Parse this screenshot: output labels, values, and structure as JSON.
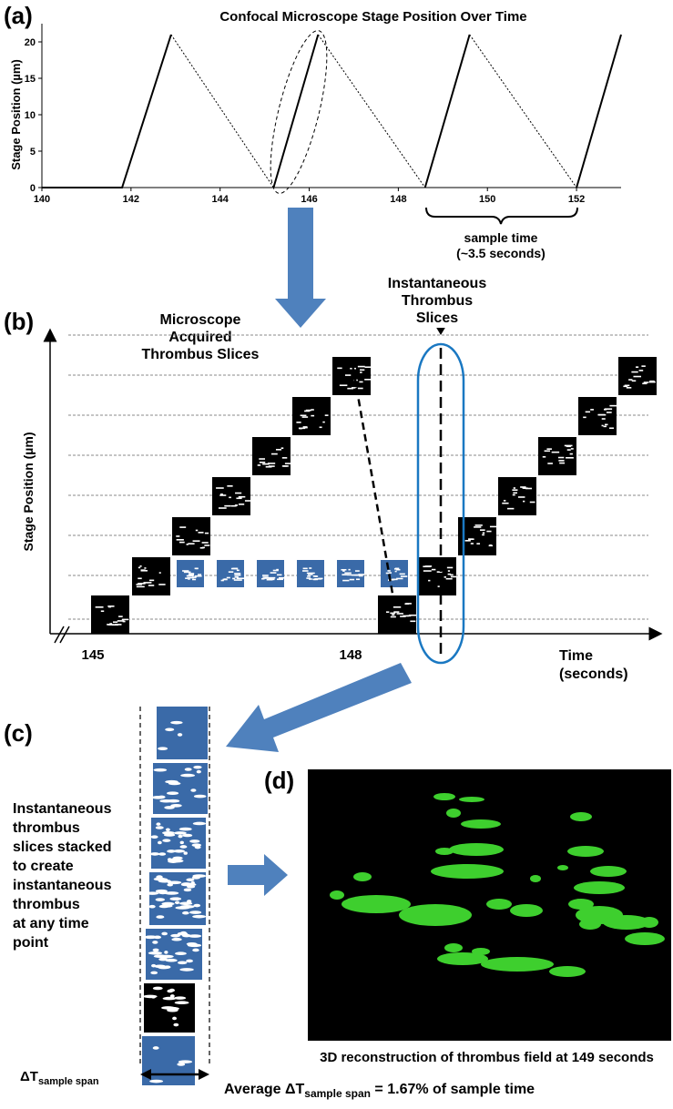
{
  "panel_a": {
    "label": "(a)",
    "chart_data": {
      "type": "line",
      "title": "Confocal Microscope Stage Position Over Time",
      "xlabel": "",
      "ylabel": "Stage Position (µm)",
      "xlim": [
        140,
        153
      ],
      "ylim": [
        0,
        22
      ],
      "x_ticks": [
        "140",
        "142",
        "144",
        "146",
        "148",
        "150",
        "152"
      ],
      "y_ticks": [
        "0",
        "5",
        "10",
        "15",
        "20"
      ],
      "series": [
        {
          "style": "solid",
          "segments": [
            [
              [
                140,
                0
              ],
              [
                141.8,
                0
              ],
              [
                142.9,
                21
              ]
            ],
            [
              [
                145.2,
                0
              ],
              [
                146.2,
                21
              ]
            ],
            [
              [
                148.6,
                0
              ],
              [
                149.6,
                21
              ]
            ],
            [
              [
                152.0,
                0
              ],
              [
                153.0,
                21
              ]
            ]
          ]
        },
        {
          "style": "dotted",
          "segments": [
            [
              [
                142.9,
                21
              ],
              [
                145.2,
                0
              ]
            ],
            [
              [
                146.2,
                21
              ],
              [
                148.6,
                0
              ]
            ],
            [
              [
                149.6,
                21
              ],
              [
                152.0,
                0
              ]
            ]
          ]
        }
      ],
      "brace_label_line1": "sample time",
      "brace_label_line2": "(~3.5 seconds)"
    }
  },
  "panel_b": {
    "label": "(b)",
    "ylabel": "Stage Position (µm)",
    "xlabel_line1": "Time",
    "xlabel_line2": "(seconds)",
    "tick_145": "145",
    "tick_148": "148",
    "acquired_line1": "Microscope",
    "acquired_line2": "Acquired",
    "acquired_line3": "Thrombus Slices",
    "inst_line1": "Instantaneous",
    "inst_line2": "Thrombus",
    "inst_line3": "Slices",
    "colors": {
      "blue_slice": "#3a6aa8",
      "highlight": "#1a78c2",
      "arrow": "#4f81bd"
    }
  },
  "panel_c": {
    "label": "(c)",
    "desc_lines": [
      "Instantaneous",
      "thrombus",
      "slices stacked",
      "to create",
      "instantaneous",
      "thrombus",
      "at any time",
      "point"
    ],
    "delta_label": "ΔT",
    "delta_sub": "sample span",
    "average_prefix": "Average ΔT",
    "average_sub": "sample span",
    "average_suffix": " = 1.67% of sample time"
  },
  "panel_d": {
    "label": "(d)",
    "caption": "3D reconstruction of thrombus field at 149 seconds",
    "colors": {
      "background": "#000000",
      "thrombus": "#3ecf2e"
    }
  }
}
